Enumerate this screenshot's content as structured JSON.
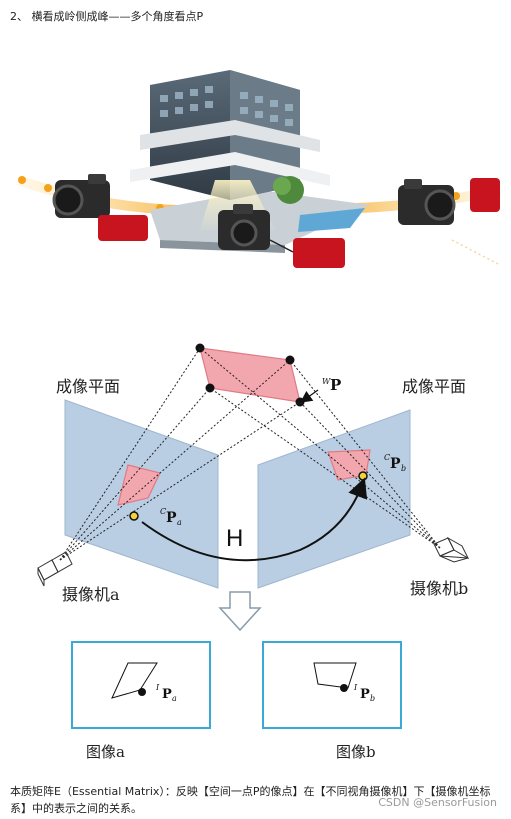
{
  "section_heading": "2、 横看成岭侧成峰——多个角度看点P",
  "diagram": {
    "plane_left_label": "成像平面",
    "plane_right_label": "成像平面",
    "world_point_label": "P",
    "world_point_sup": "W",
    "cam_point_a_label": "P",
    "cam_point_a_sup": "C",
    "cam_point_a_sub": "a",
    "cam_point_b_label": "P",
    "cam_point_b_sup": "C",
    "cam_point_b_sub": "b",
    "transform_label": "H",
    "camera_a_label": "摄像机a",
    "camera_b_label": "摄像机b",
    "img_point_a_label": "P",
    "img_point_a_sup": "I",
    "img_point_a_sub": "a",
    "img_point_b_label": "P",
    "img_point_b_sup": "I",
    "img_point_b_sub": "b",
    "image_a_label": "图像a",
    "image_b_label": "图像b"
  },
  "caption": "本质矩阵E（Essential Matrix）：反映【空间一点P的像点】在【不同视角摄像机】下【摄像机坐标系】中的表示之间的关系。",
  "watermark": "CSDN @SensorFusion",
  "colors": {
    "plane": "#b9cde3",
    "quad": "#f2a7ae",
    "frame": "#3aa9d6",
    "arrow_orange": "#f4a21c",
    "camera_red": "#c8141e"
  }
}
